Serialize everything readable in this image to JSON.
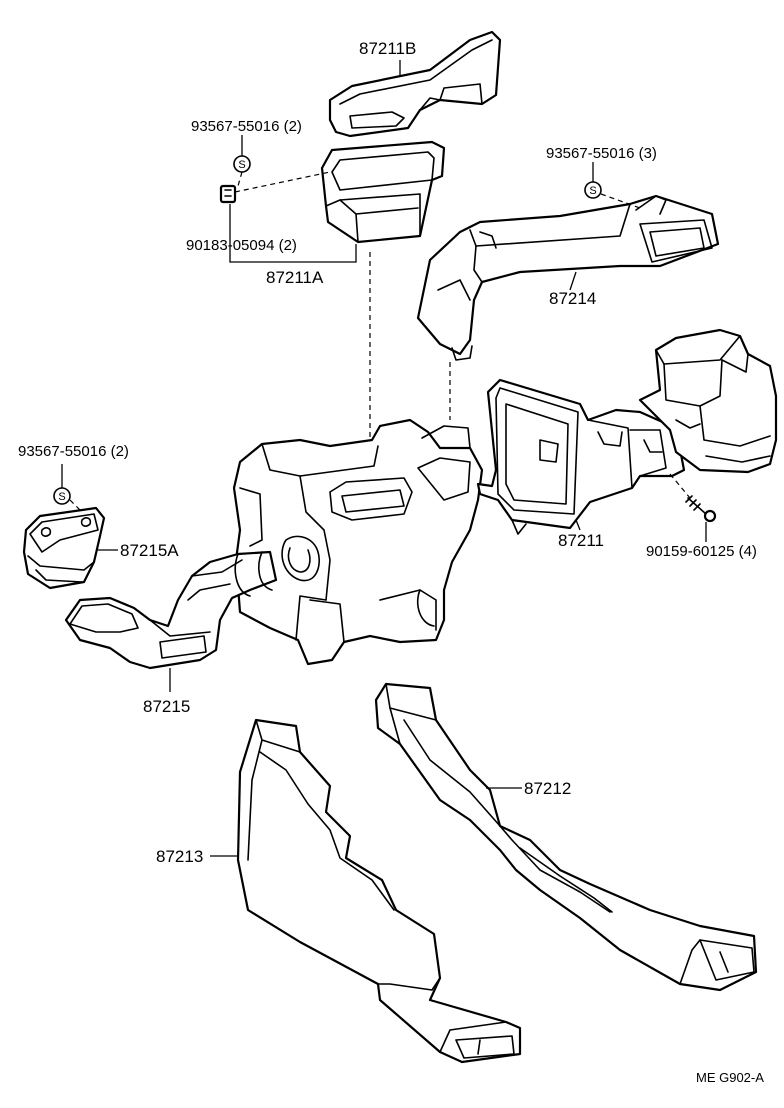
{
  "parts": {
    "p87211B": "87211B",
    "p87211A": "87211A",
    "p87214": "87214",
    "p87215A": "87215A",
    "p87211": "87211",
    "p87215": "87215",
    "p87212": "87212",
    "p87213": "87213"
  },
  "fasteners": {
    "screw_top": "93567-55016 (2)",
    "screw_right": "93567-55016 (3)",
    "screw_left": "93567-55016 (2)",
    "clip": "90183-05094 (2)",
    "bolt": "90159-60125 (4)"
  },
  "symbols": {
    "screw": "S"
  },
  "footer": {
    "reference": "ME  G902-A"
  }
}
